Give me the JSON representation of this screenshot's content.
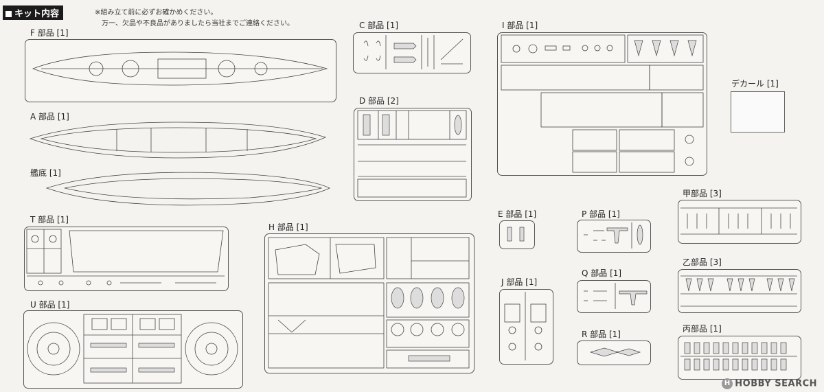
{
  "header": {
    "title": "キット内容",
    "note_line1": "※組み立て前に必ずお確かめください。",
    "note_line2": "万一、欠品や不良品がありましたら当社までご連絡ください。"
  },
  "sprues": {
    "F": "F 部品 [1]",
    "A": "A 部品 [1]",
    "hull_bottom": "艦底 [1]",
    "T": "T 部品 [1]",
    "U": "U 部品 [1]",
    "C": "C 部品 [1]",
    "D": "D 部品 [2]",
    "H": "H 部品 [1]",
    "I": "I 部品 [1]",
    "decal": "デカール [1]",
    "E": "E 部品 [1]",
    "J": "J 部品 [1]",
    "P": "P 部品 [1]",
    "Q": "Q 部品 [1]",
    "R": "R 部品 [1]",
    "ko": "甲部品 [3]",
    "otsu": "乙部品 [3]",
    "hei": "丙部品 [1]"
  },
  "watermark": {
    "logo_letter": "H",
    "text": "HOBBY SEARCH"
  },
  "colors": {
    "line": "#444444",
    "background": "#f4f3ef"
  }
}
